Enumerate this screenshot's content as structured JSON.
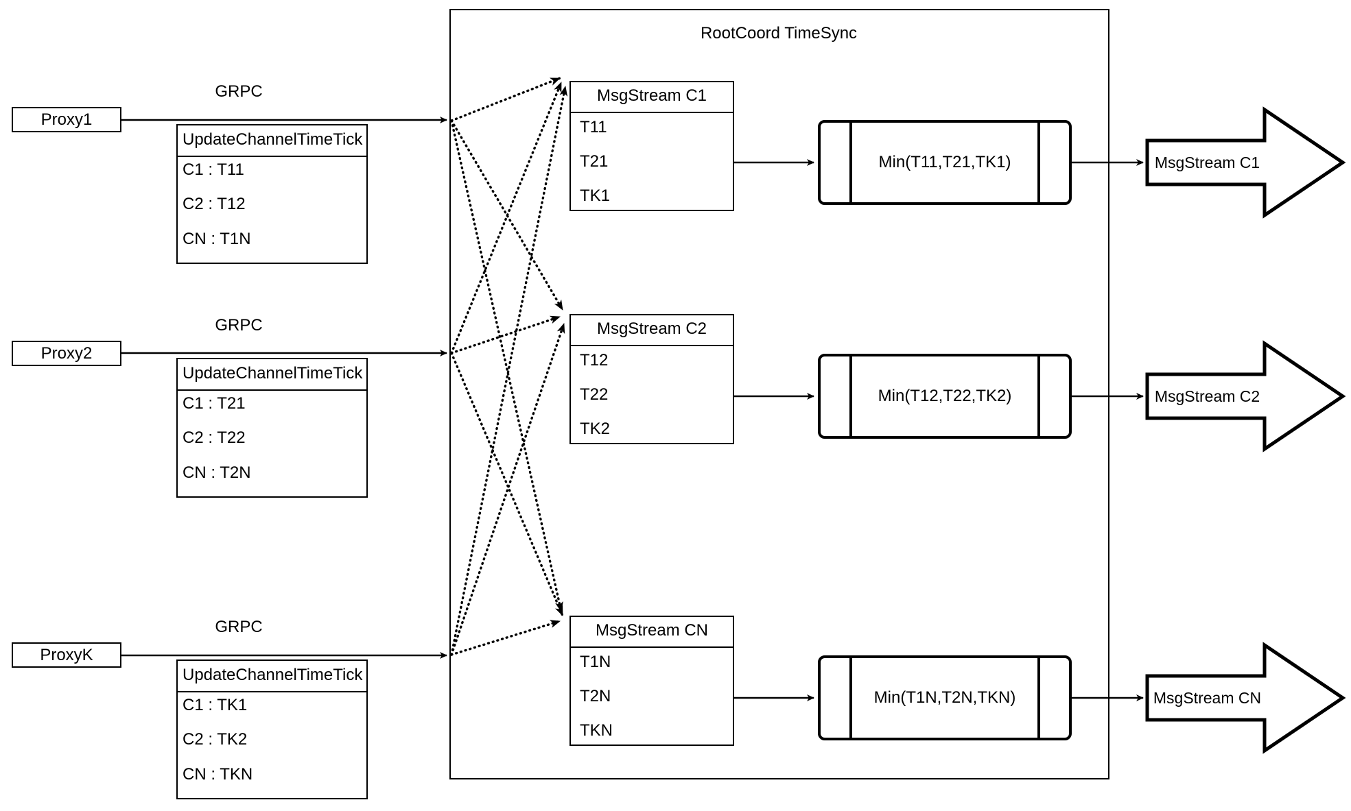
{
  "diagram": {
    "title": "RootCoord TimeSync",
    "container_label": "RootCoord TimeSync",
    "colors": {
      "stroke": "#000000",
      "background": "#ffffff"
    },
    "proxies": [
      {
        "name": "Proxy1",
        "link_label": "GRPC",
        "rpc_title": "UpdateChannelTimeTick",
        "rows": [
          "C1 :  T11",
          "C2 :  T12",
          "CN : T1N"
        ]
      },
      {
        "name": "Proxy2",
        "link_label": "GRPC",
        "rpc_title": "UpdateChannelTimeTick",
        "rows": [
          "C1 :  T21",
          "C2 :  T22",
          "CN : T2N"
        ]
      },
      {
        "name": "ProxyK",
        "link_label": "GRPC",
        "rpc_title": "UpdateChannelTimeTick",
        "rows": [
          "C1 :  TK1",
          "C2 :  TK2",
          "CN : TKN"
        ]
      }
    ],
    "channels": [
      {
        "stream_title": "MsgStream C1",
        "ticks": [
          "T11",
          "T21",
          "TK1"
        ],
        "min_label": "Min(T11,T21,TK1)",
        "output_label": "MsgStream C1"
      },
      {
        "stream_title": "MsgStream C2",
        "ticks": [
          "T12",
          "T22",
          "TK2"
        ],
        "min_label": "Min(T12,T22,TK2)",
        "output_label": "MsgStream C2"
      },
      {
        "stream_title": "MsgStream CN",
        "ticks": [
          "T1N",
          "T2N",
          "TKN"
        ],
        "min_label": "Min(T1N,T2N,TKN)",
        "output_label": "MsgStream CN"
      }
    ]
  }
}
